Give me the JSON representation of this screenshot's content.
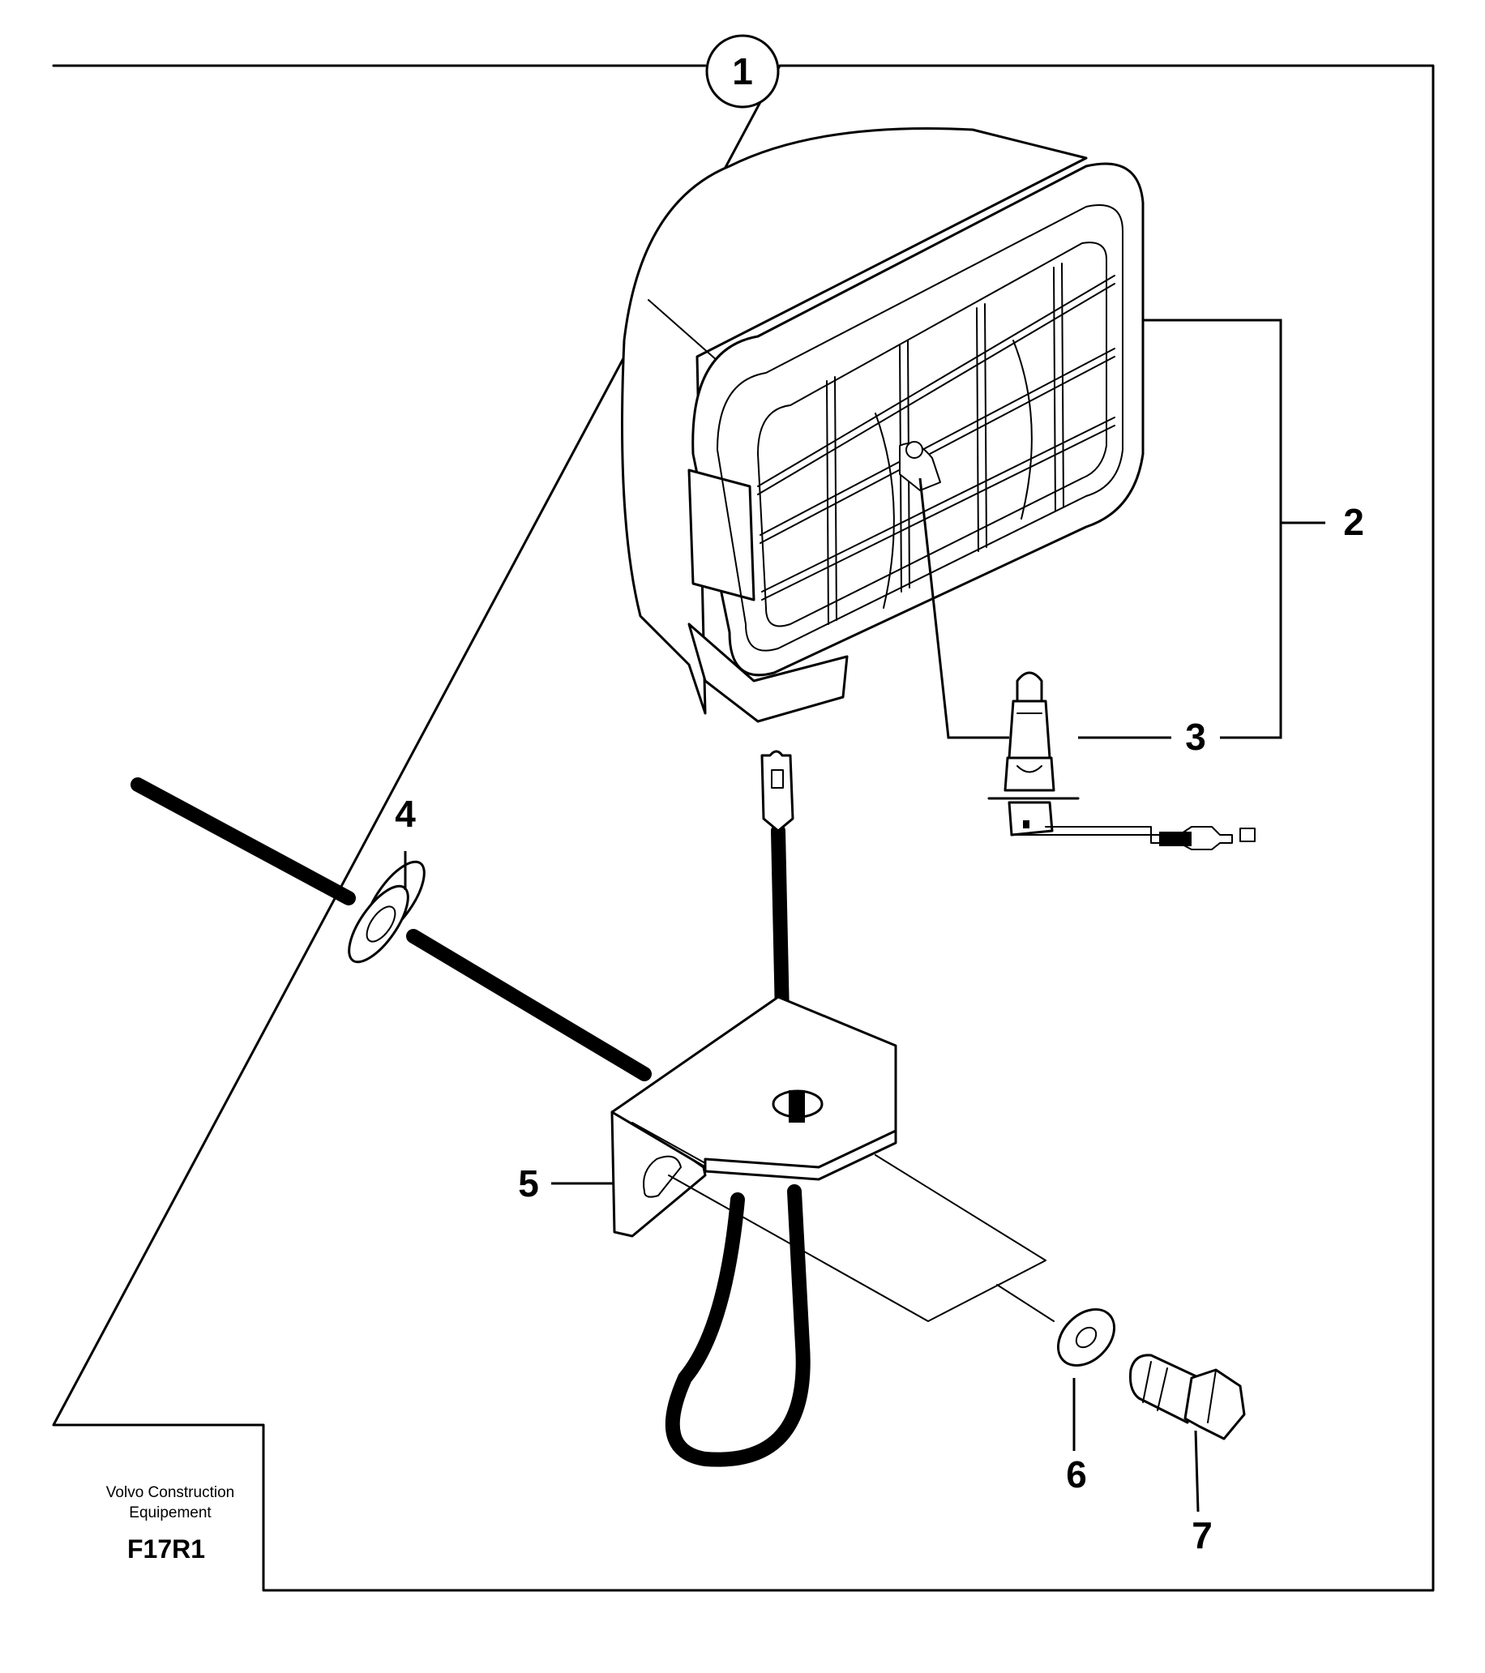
{
  "diagram": {
    "assembly_callout": "1",
    "callouts": [
      {
        "id": "2",
        "part": "lamp-housing"
      },
      {
        "id": "3",
        "part": "bulb"
      },
      {
        "id": "4",
        "part": "grommet"
      },
      {
        "id": "5",
        "part": "bracket"
      },
      {
        "id": "6",
        "part": "washer"
      },
      {
        "id": "7",
        "part": "screw"
      }
    ],
    "credit_line1": "Volvo Construction",
    "credit_line2": "Equipement",
    "figure_code": "F17R1"
  }
}
